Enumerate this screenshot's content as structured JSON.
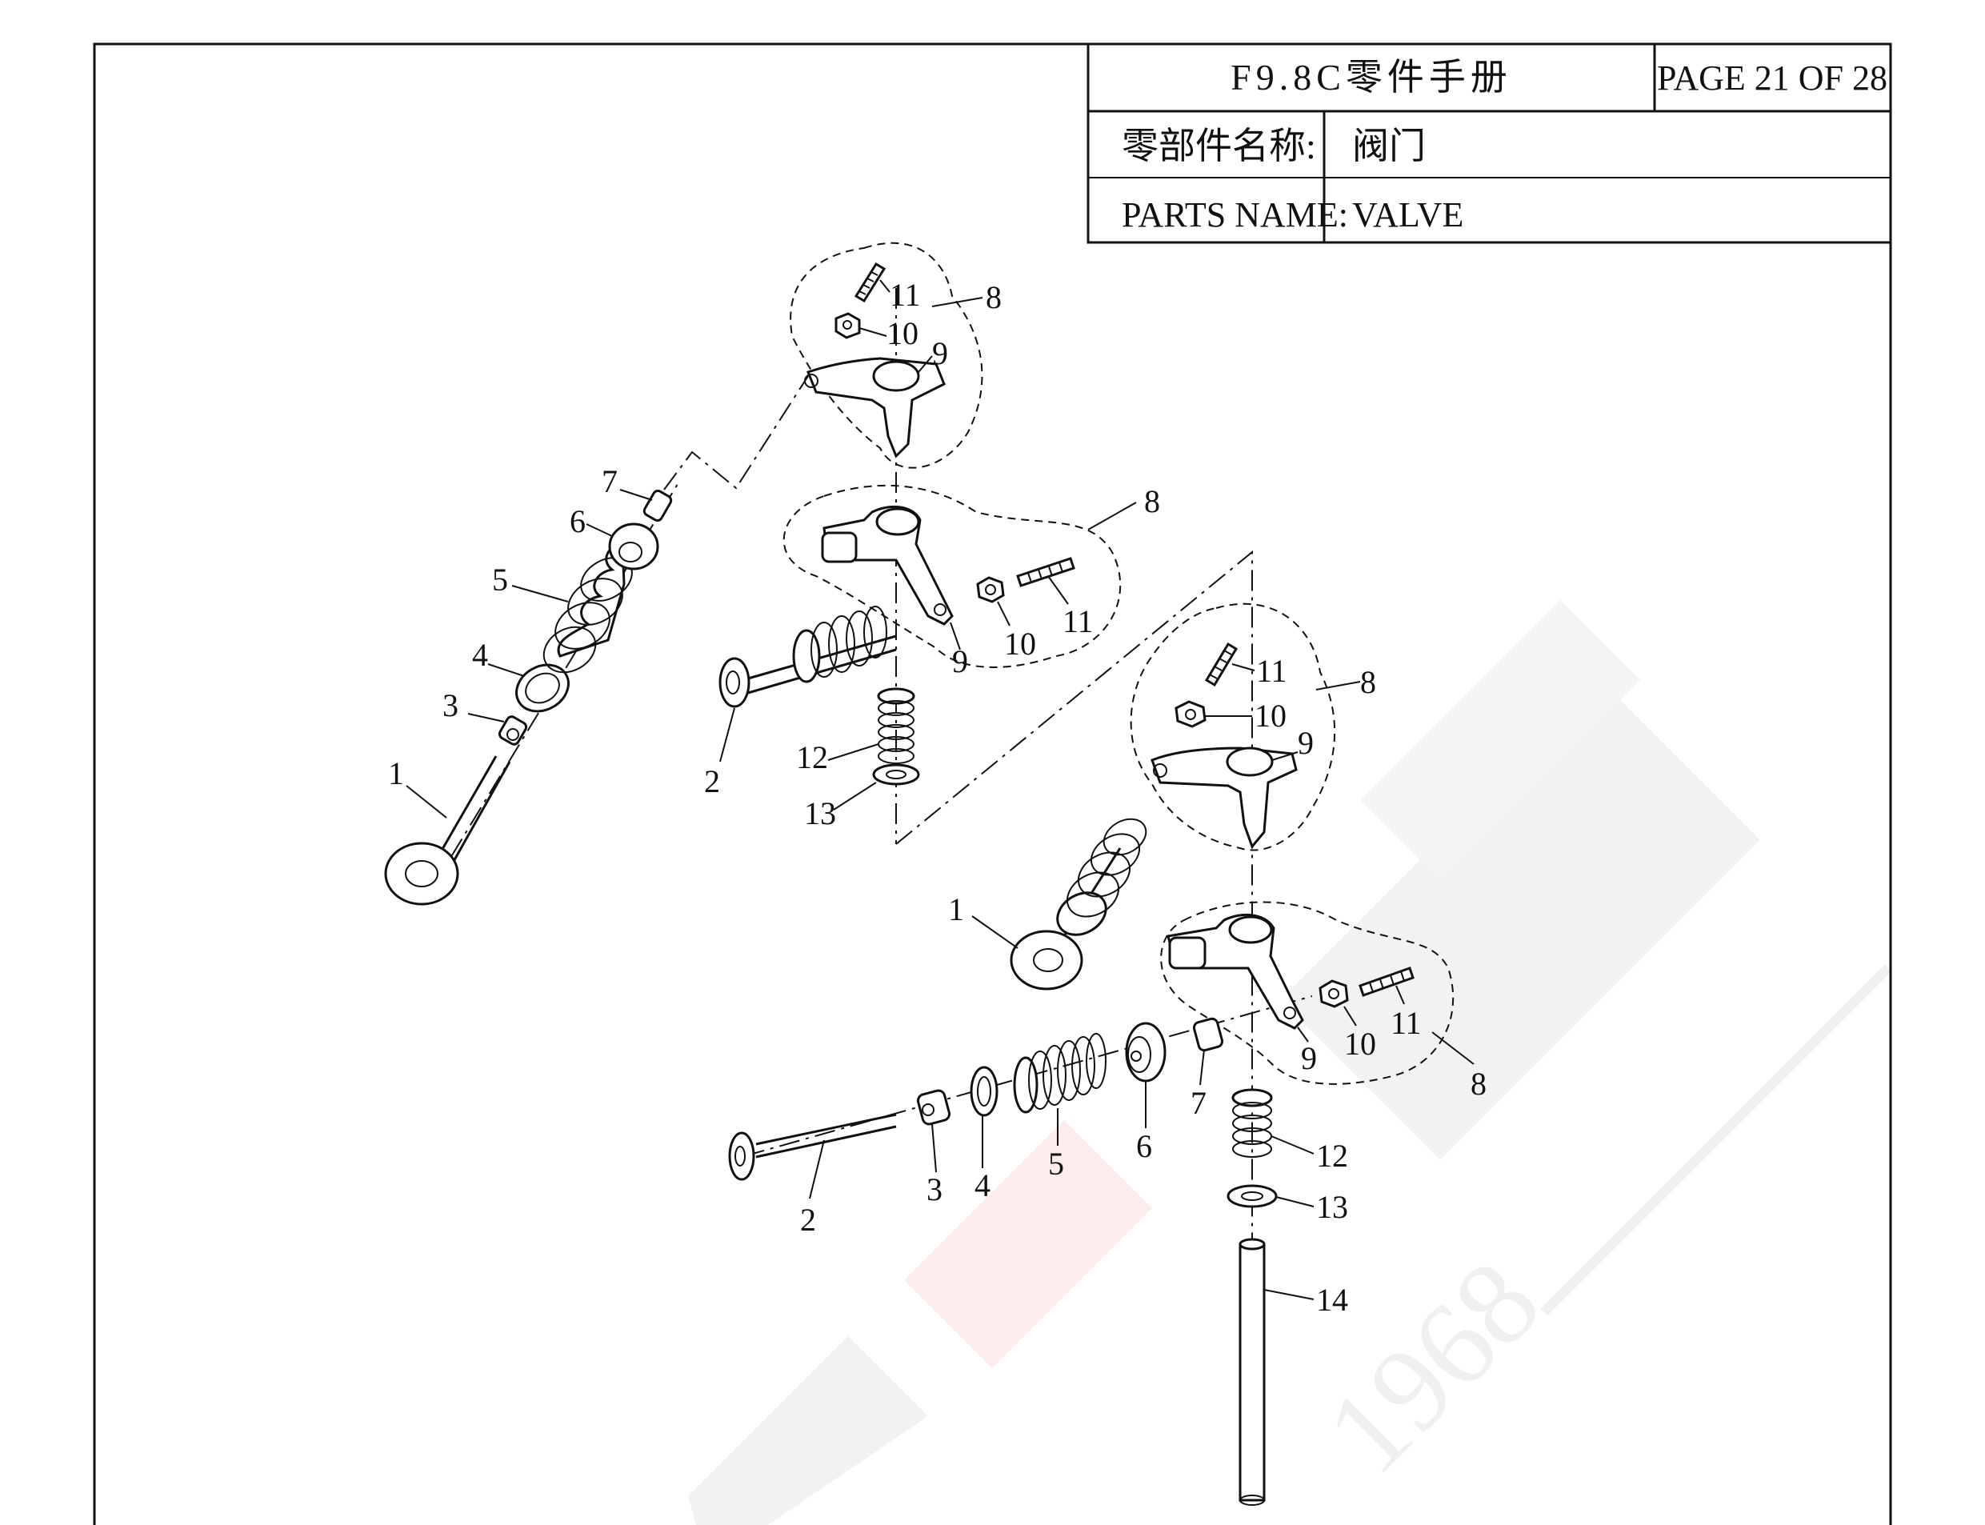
{
  "title_block": {
    "manual_title": "F9.8C零件手册",
    "page": "PAGE 21 OF 28",
    "name_cn_label": "零部件名称:",
    "name_cn_value": "阀门",
    "name_en_label": "PARTS NAME:",
    "name_en_value": "VALVE"
  },
  "watermark": {
    "text": "1968",
    "colors": {
      "gray": "#f0f0f0",
      "red": "#fbeaea"
    }
  },
  "callouts": {
    "a1": "1",
    "a2": "2",
    "a3": "3",
    "a4": "4",
    "a5": "5",
    "a6": "6",
    "a7": "7",
    "a8a": "8",
    "a8b": "8",
    "a9a": "9",
    "a9b": "9",
    "a10a": "10",
    "a10b": "10",
    "a11a": "11",
    "a11b": "11",
    "a12": "12",
    "a13": "13",
    "b1": "1",
    "b2": "2",
    "b3": "3",
    "b4": "4",
    "b5": "5",
    "b6": "6",
    "b7": "7",
    "b8a": "8",
    "b8b": "8",
    "b9a": "9",
    "b9b": "9",
    "b10a": "10",
    "b10b": "10",
    "b11a": "11",
    "b11b": "11",
    "b12": "12",
    "b13": "13",
    "b14": "14"
  }
}
